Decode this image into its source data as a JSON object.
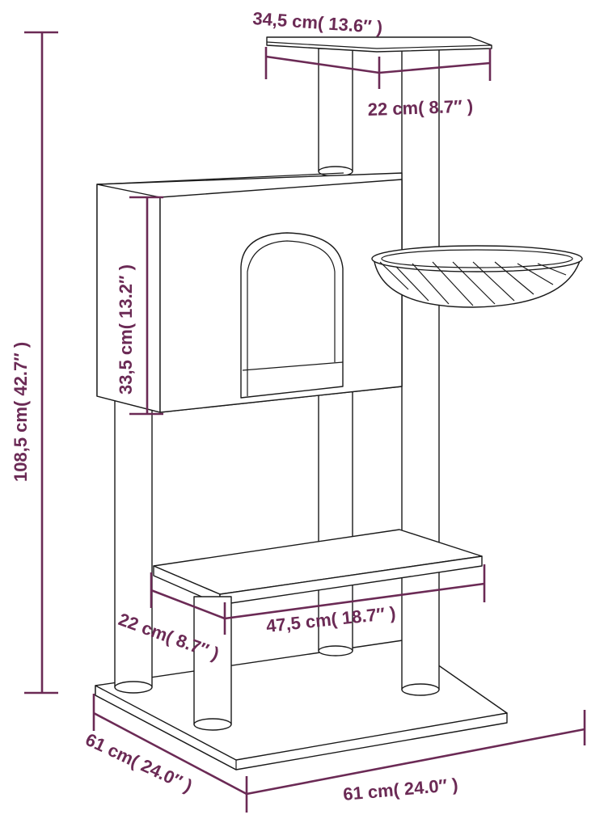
{
  "colors": {
    "dimension_line": "#6b2a55",
    "outline": "#1a1a1a",
    "background": "#ffffff"
  },
  "dimensions": {
    "top_width": "34,5 cm( 13.6″ )",
    "top_depth": "22 cm( 8.7″ )",
    "house_height": "33,5 cm( 13.2″ )",
    "total_height": "108,5 cm( 42.7″ )",
    "step_depth": "22 cm( 8.7″ )",
    "step_width": "47,5 cm( 18.7″ )",
    "base_depth": "61 cm( 24.0″ )",
    "base_width": "61 cm( 24.0″ )"
  }
}
